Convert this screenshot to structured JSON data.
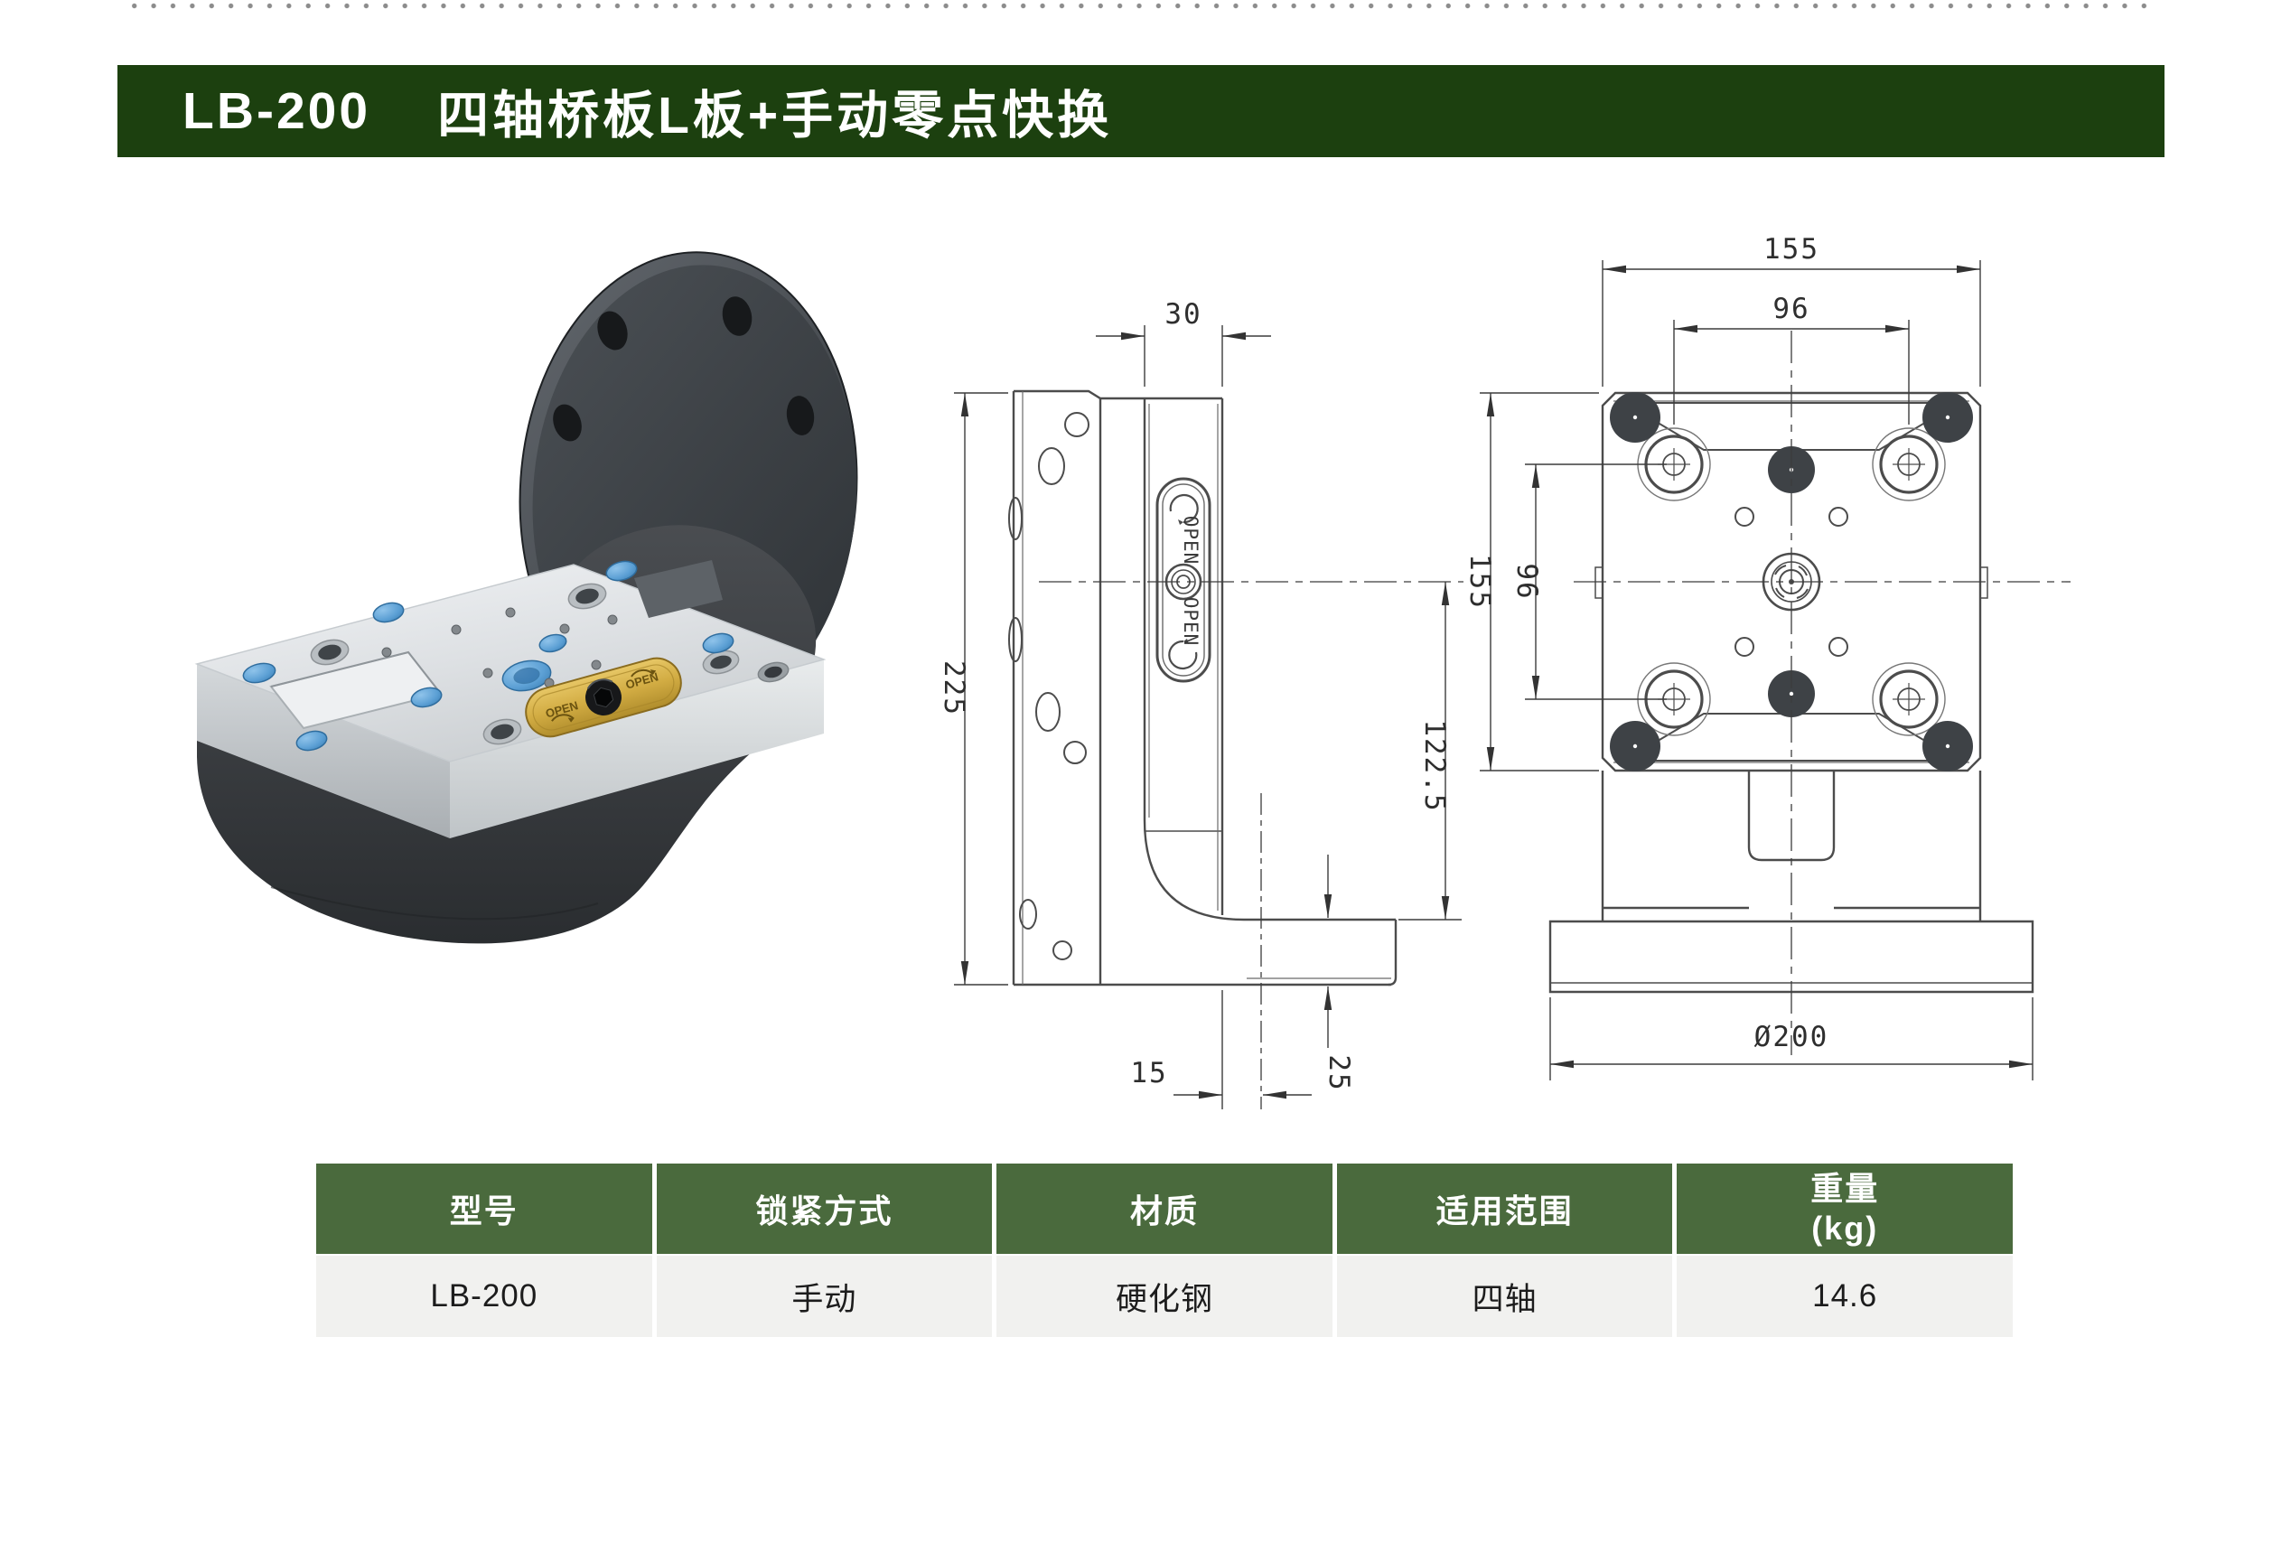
{
  "page": {
    "background": "#ffffff",
    "top_dots_color": "#8c8c8c"
  },
  "header": {
    "model": "LB-200",
    "product_name": "四轴桥板L板+手动零点快换",
    "background": "#1c400f",
    "text_color": "#ffffff"
  },
  "product_photo": {
    "open_label_left": "OPEN",
    "open_label_right": "OPEN",
    "accent_blue": "#5b9fd4",
    "accent_gold": "#d2ac43"
  },
  "drawings": {
    "side_view": {
      "width_top": "30",
      "total_height": "225",
      "foot_offset": "15",
      "base_thickness": "25",
      "center_height": "122.5",
      "open_top": "OPEN",
      "open_bottom": "OPEN"
    },
    "front_view": {
      "plate_width": "155",
      "pitch_horizontal": "96",
      "pitch_vertical": "96",
      "plate_height": "155",
      "base_diameter": "Ø200"
    }
  },
  "spec_table": {
    "header_background": "#4a6a3d",
    "header_text_color": "#ffffff",
    "row_background": "#f1f1ef",
    "headers": [
      "型号",
      "锁紧方式",
      "材质",
      "适用范围"
    ],
    "weight_header": {
      "line1": "重量",
      "line2": "(kg)"
    },
    "row": {
      "model": "LB-200",
      "locking_method": "手动",
      "material": "硬化钢",
      "application": "四轴",
      "weight_kg": "14.6"
    }
  }
}
